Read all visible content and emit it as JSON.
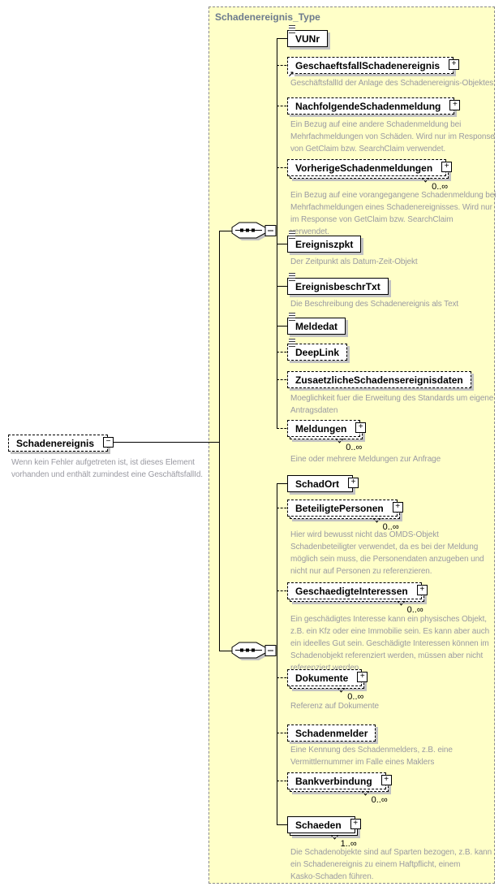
{
  "title": "Schadenereignis_Type",
  "icons": {
    "plus": "+",
    "minus": "−",
    "reference_arrow": "↗"
  },
  "colors": {
    "container_bg": "#ffffc8",
    "title_text": "#6d7b8d",
    "annotation_text": "#9a9aa2",
    "node_shadow": "#c2c2c2",
    "connector": "#000000"
  },
  "root": {
    "name": "Schadenereignis",
    "annotation": "Wenn kein Fehler aufgetreten ist, ist dieses Element\nvorhanden und enthält zumindest eine GeschäftsfallId."
  },
  "groups": [
    {
      "kind": "sequence",
      "children": [
        {
          "name": "VUNr"
        },
        {
          "name": "GeschaeftsfallSchadenereignis",
          "annotation": "GeschäftsfallId der Anlage des Schadenereignis-Objektes"
        },
        {
          "name": "NachfolgendeSchadenmeldung",
          "annotation": "Ein Bezug auf eine andere Schadenmeldung bei\nMehrfachmeldungen von Schäden. Wird nur im Response\nvon GetClaim bzw. SearchClaim verwendet."
        },
        {
          "name": "VorherigeSchadenmeldungen",
          "occurs": "0..∞",
          "annotation": "Ein Bezug auf eine vorangegangene Schadenmeldung bei\nMehrfachmeldungen eines Schadenereignisses. Wird nur\nim Response von GetClaim bzw. SearchClaim\nverwendet."
        },
        {
          "name": "Ereigniszpkt",
          "annotation": "Der Zeitpunkt als Datum-Zeit-Objekt"
        },
        {
          "name": "EreignisbeschrTxt",
          "annotation": "Die Beschreibung des Schadenereignis als Text"
        },
        {
          "name": "Meldedat"
        },
        {
          "name": "DeepLink"
        },
        {
          "name": "ZusaetzlicheSchadensereignisdaten",
          "annotation": "Moeglichkeit fuer die Erweitung des Standards um eigene\nAntragsdaten"
        },
        {
          "name": "Meldungen",
          "occurs": "0..∞",
          "annotation": "Eine oder mehrere Meldungen zur Anfrage"
        }
      ]
    },
    {
      "kind": "sequence",
      "children": [
        {
          "name": "SchadOrt"
        },
        {
          "name": "BeteiligtePersonen",
          "occurs": "0..∞",
          "annotation": "Hier wird bewusst nicht das OMDS-Objekt\nSchadenbeteiligter verwendet, da es bei der Meldung\nmöglich sein muss, die Personendaten anzugeben und\nnicht nur auf Personen zu referenzieren."
        },
        {
          "name": "GeschaedigteInteressen",
          "occurs": "0..∞",
          "annotation": "Ein geschädigtes Interesse kann ein physisches Objekt,\nz.B. ein Kfz oder eine Immobilie sein. Es kann aber auch\nein ideelles Gut sein. Geschädigte Interessen können im\nSchadenobjekt referenziert werden, müssen aber nicht\nreferenziert werden."
        },
        {
          "name": "Dokumente",
          "occurs": "0..∞",
          "annotation": "Referenz auf Dokumente"
        },
        {
          "name": "Schadenmelder",
          "annotation": "Eine Kennung des Schadenmelders, z.B. eine\nVermittlernummer im Falle eines Maklers"
        },
        {
          "name": "Bankverbindung",
          "occurs": "0..∞"
        },
        {
          "name": "Schaeden",
          "occurs": "1..∞",
          "annotation": "Die Schadenobjekte sind auf Sparten bezogen, z.B. kann\nein Schadenereignis zu einem Haftpflicht, einem\nKasko-Schaden führen."
        }
      ]
    }
  ]
}
